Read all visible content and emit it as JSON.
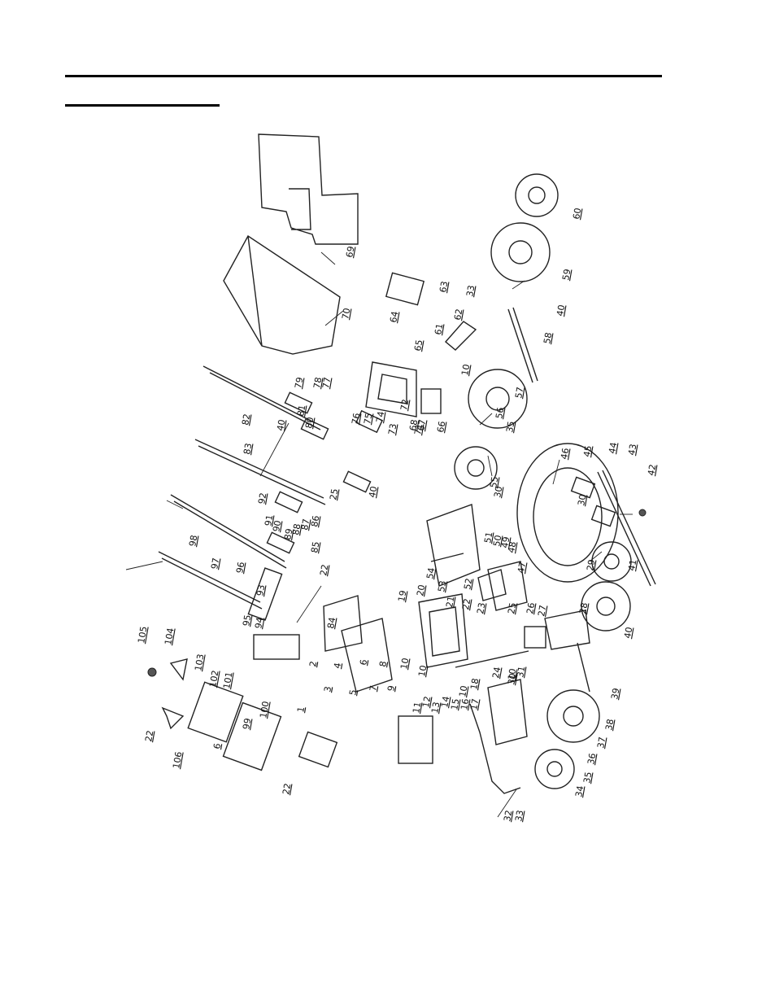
{
  "callouts": {
    "c1": "1",
    "c2": "2",
    "c3": "3",
    "c4": "4",
    "c5": "5",
    "c6": "6",
    "c6b": "6",
    "c7": "7",
    "c8": "8",
    "c9": "9",
    "c10a": "10",
    "c10b": "10",
    "c10c": "10",
    "c10d": "10",
    "c10e": "10",
    "c11": "11",
    "c12": "12",
    "c13": "13",
    "c14": "14",
    "c15": "15",
    "c16": "16",
    "c17": "17",
    "c18": "18",
    "c19": "19",
    "c20": "20",
    "c21": "21",
    "c22a": "22",
    "c22b": "22",
    "c22c": "22",
    "c22d": "22",
    "c23": "23",
    "c24": "24",
    "c25a": "25",
    "c25b": "25",
    "c26": "26",
    "c27": "27",
    "c28": "28",
    "c29": "29",
    "c30a": "30",
    "c30b": "30",
    "c30c": "30",
    "c31": "31",
    "c32": "32",
    "c33a": "33",
    "c33b": "33",
    "c34": "34",
    "c35a": "35",
    "c35b": "35",
    "c36": "36",
    "c37": "37",
    "c38": "38",
    "c39": "39",
    "c40a": "40",
    "c40b": "40",
    "c40c": "40",
    "c40d": "40",
    "c41": "41",
    "c42": "42",
    "c43": "43",
    "c44": "44",
    "c45": "45",
    "c46": "46",
    "c47": "47",
    "c48": "48",
    "c49": "49",
    "c50": "50",
    "c51": "51",
    "c52": "52",
    "c53": "53",
    "c54": "54",
    "c55": "55",
    "c56": "56",
    "c57": "57",
    "c58": "58",
    "c59": "59",
    "c60": "60",
    "c61": "61",
    "c62": "62",
    "c63": "63",
    "c64": "64",
    "c65": "65",
    "c66": "66",
    "c67": "67",
    "c68": "68",
    "c69": "69",
    "c70": "70",
    "c71": "71",
    "c72": "72",
    "c73": "73",
    "c74": "74",
    "c75": "75",
    "c76": "76",
    "c77": "77",
    "c78": "78",
    "c79": "79",
    "c80": "80",
    "c81": "81",
    "c82": "82",
    "c83": "83",
    "c84": "84",
    "c85": "85",
    "c86": "86",
    "c87": "87",
    "c88": "88",
    "c89": "89",
    "c90": "90",
    "c91": "91",
    "c92": "92",
    "c93": "93",
    "c94": "94",
    "c95": "95",
    "c96": "96",
    "c97": "97",
    "c98": "98",
    "c99": "99",
    "c100": "100",
    "c101": "101",
    "c102": "102",
    "c103": "103",
    "c104": "104",
    "c105": "105",
    "c106": "106"
  }
}
